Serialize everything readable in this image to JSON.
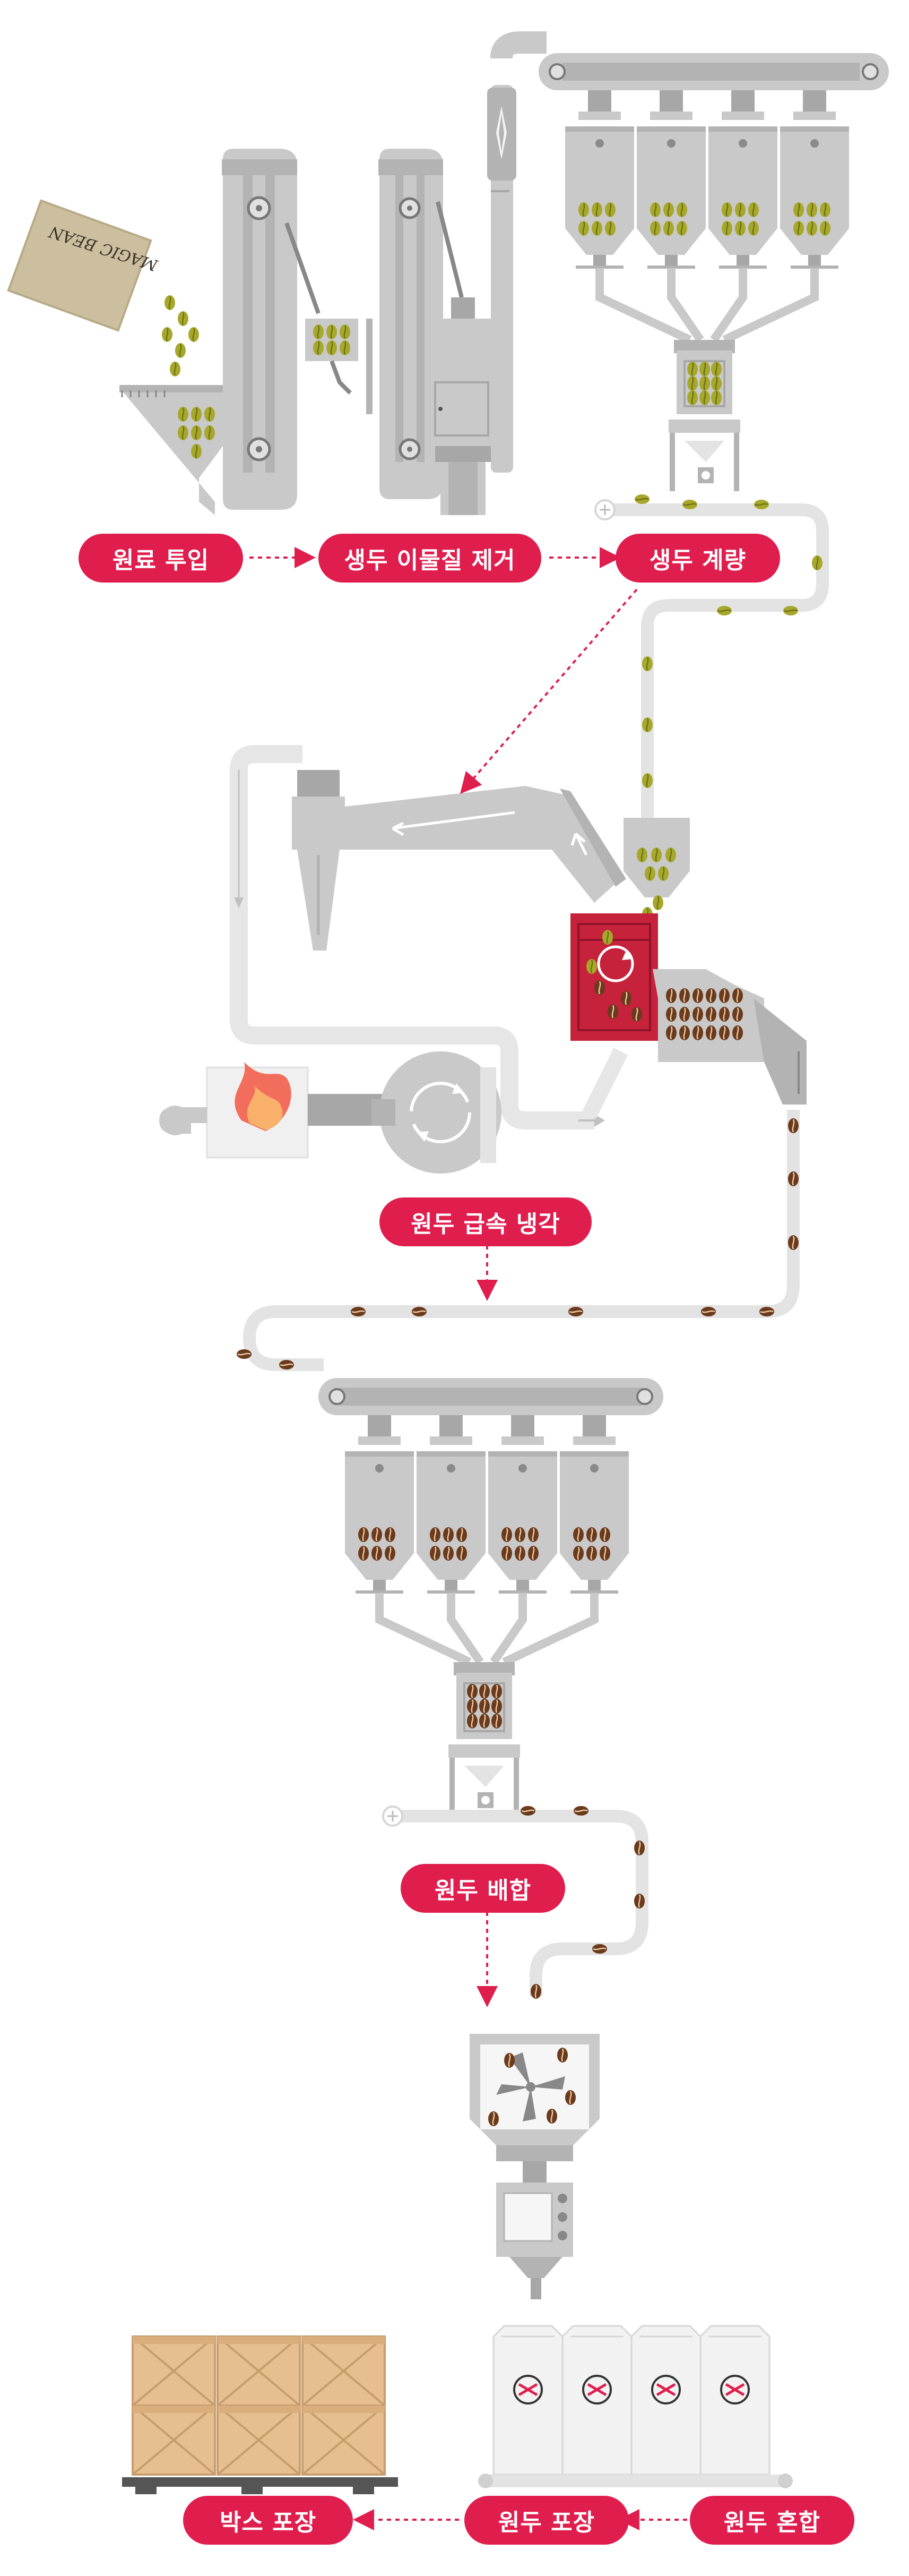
{
  "brand": {
    "bag_text": "MAGIC BEAN"
  },
  "colors": {
    "accent": "#e01e4e",
    "machine": "#c9c9c9",
    "machine_dark": "#a7a7a7",
    "pipe": "#e3e3e3",
    "green_bean": "#a6a82c",
    "roasted_bean": "#6b3a1c",
    "roaster": "#c7223b",
    "box": "#e6be8f"
  },
  "steps": [
    {
      "id": "raw-input",
      "label": "원료 투입"
    },
    {
      "id": "foreign-removal",
      "label": "생두 이물질 제거"
    },
    {
      "id": "green-weighing",
      "label": "생두 계량"
    },
    {
      "id": "rapid-cooling",
      "label": "원두 급속 냉각"
    },
    {
      "id": "bean-blending",
      "label": "원두 배합"
    },
    {
      "id": "bean-mixing",
      "label": "원두 혼합"
    },
    {
      "id": "bean-packaging",
      "label": "원두 포장"
    },
    {
      "id": "box-packaging",
      "label": "박스 포장"
    }
  ]
}
